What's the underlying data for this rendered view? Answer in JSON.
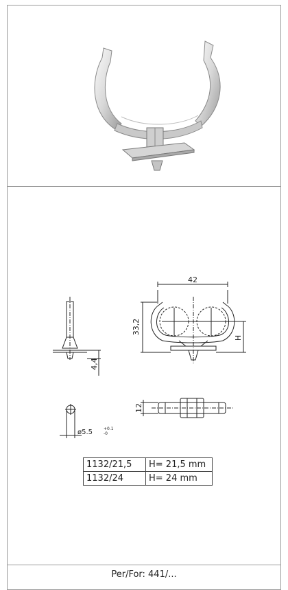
{
  "drawing": {
    "dim_width": "42",
    "dim_height": "33,2",
    "dim_h_label": "H",
    "dim_pin": "4,4",
    "dim_side": "12",
    "dim_hole": "ø5.5",
    "tol_upper": "+0.1",
    "tol_lower": "-0"
  },
  "table": {
    "rows": [
      {
        "code": "1132/21,5",
        "height": "H= 21,5 mm"
      },
      {
        "code": "1132/24",
        "height": "H= 24 mm"
      }
    ]
  },
  "footer": {
    "text": "Per/For: 441/..."
  }
}
